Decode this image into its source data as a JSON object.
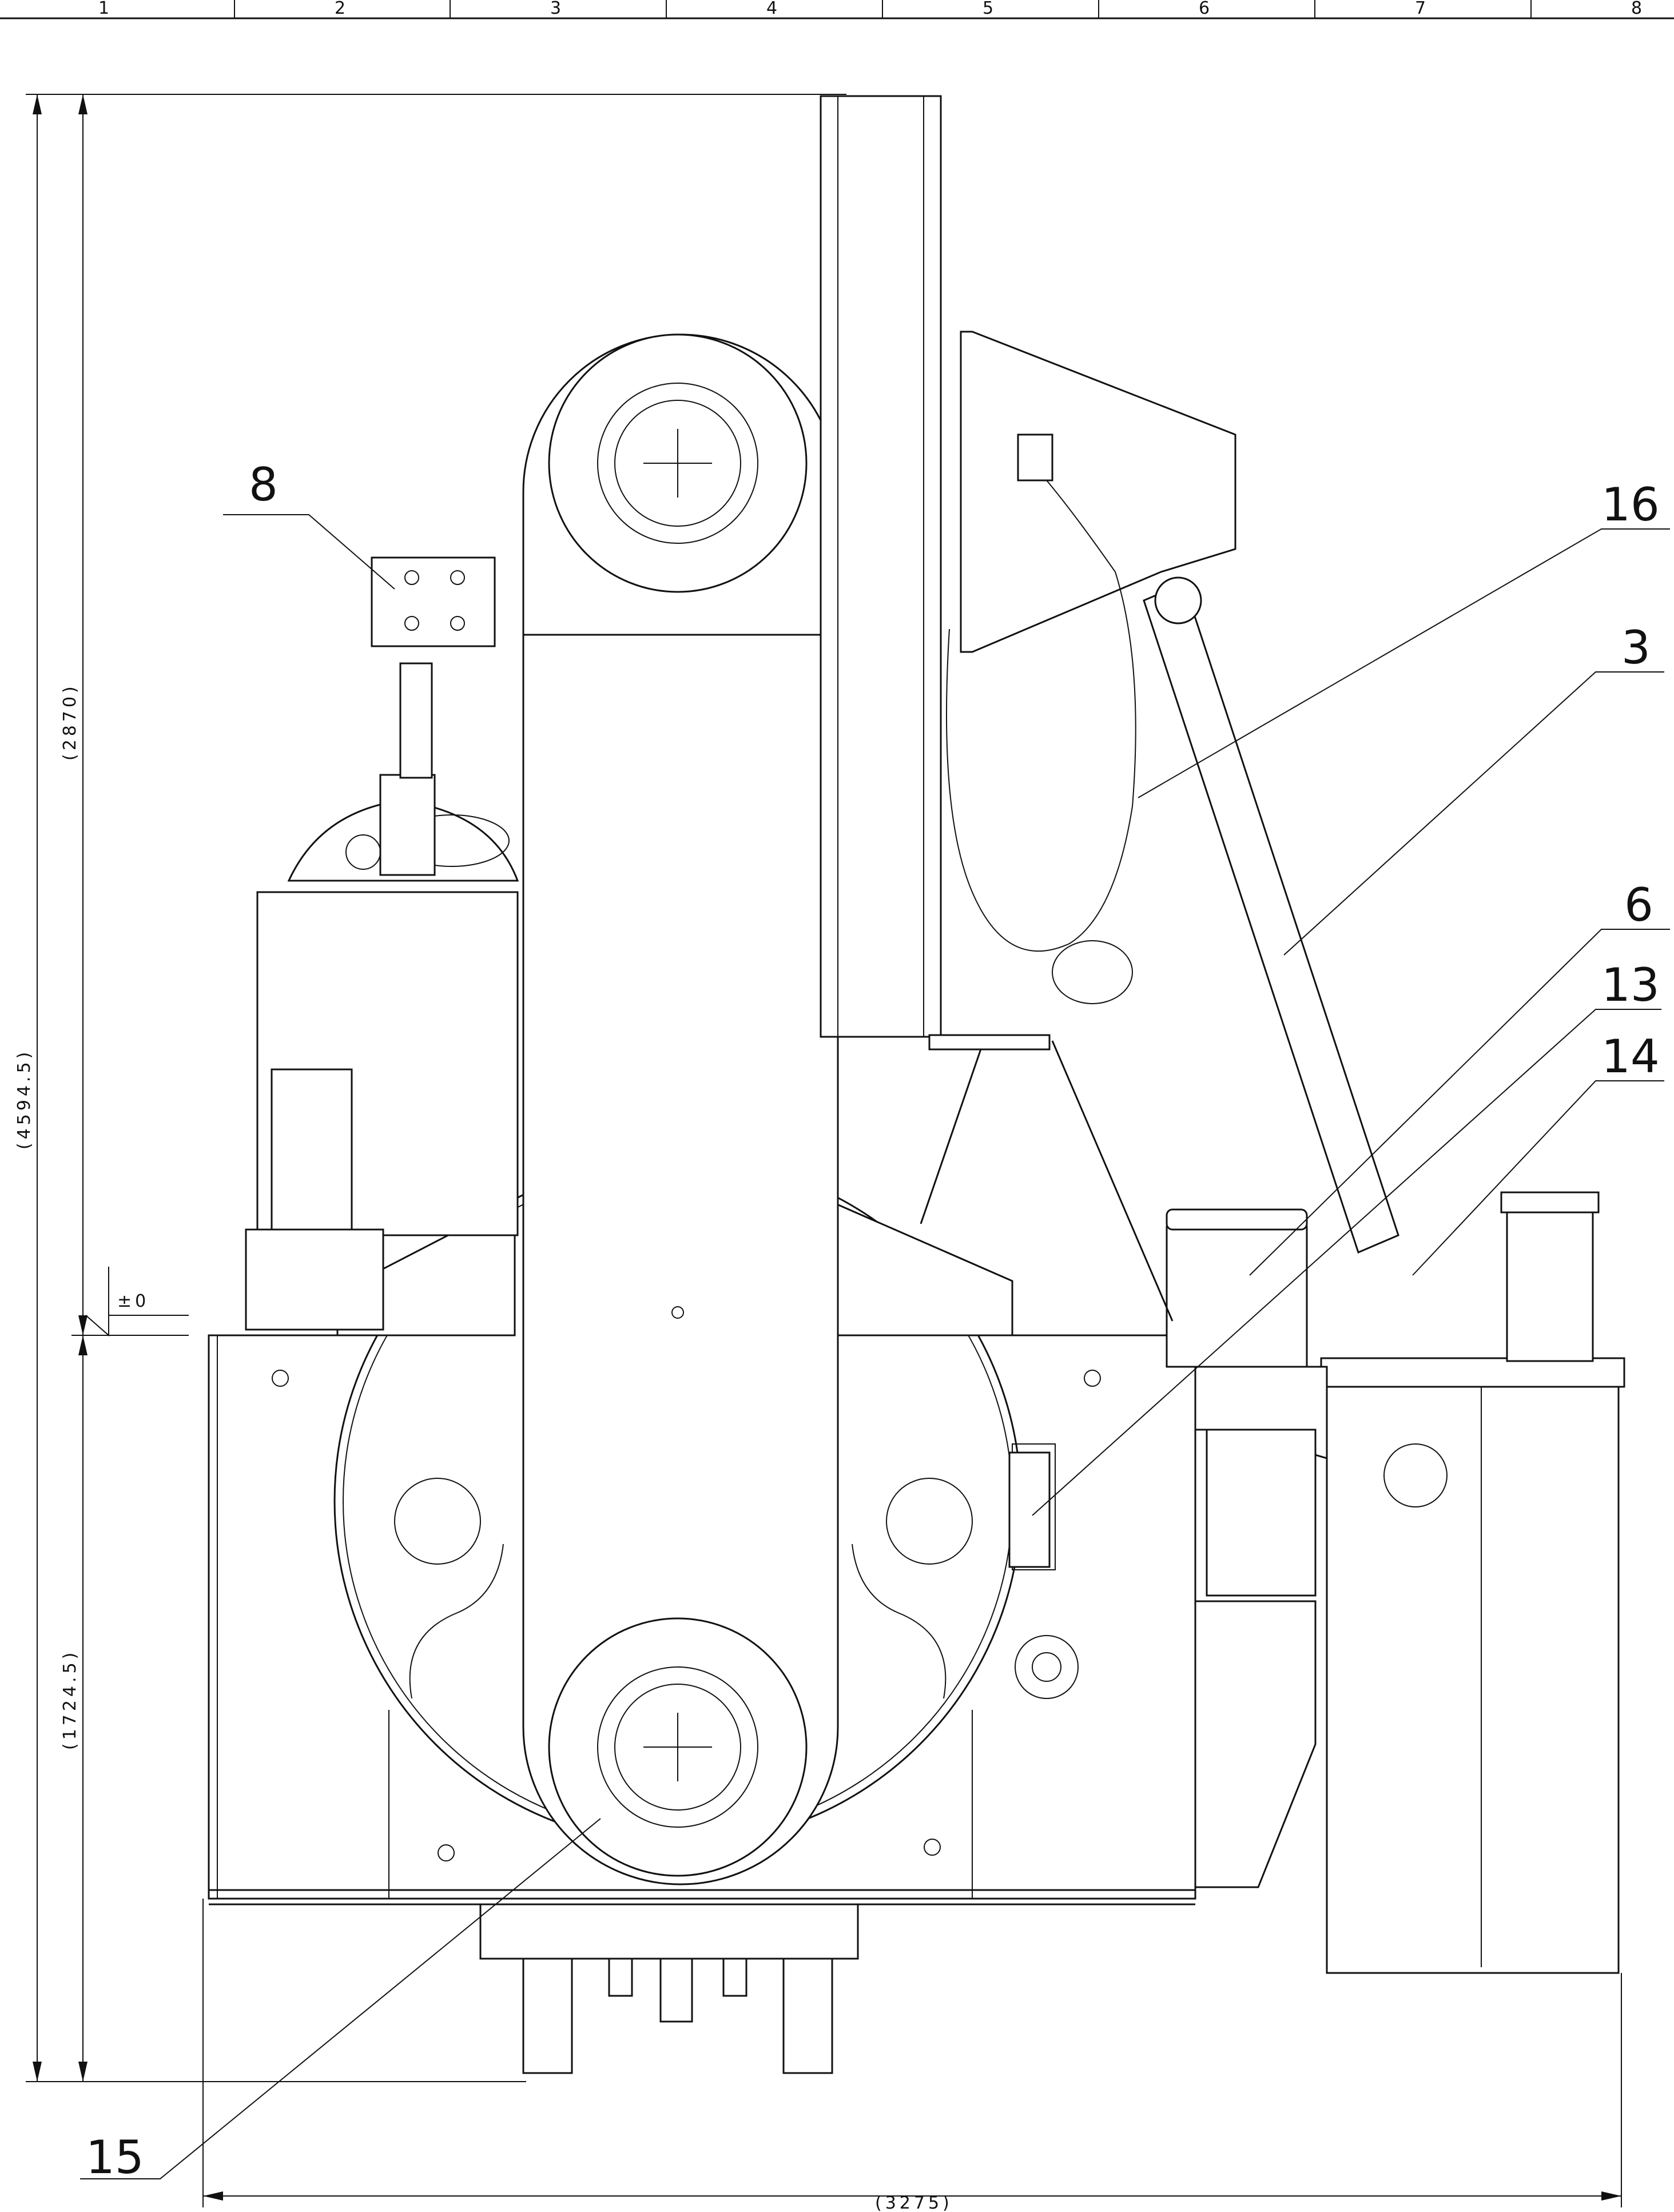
{
  "grid_columns": [
    "1",
    "2",
    "3",
    "4",
    "5",
    "6",
    "7",
    "8"
  ],
  "dimensions": {
    "overall_height": "(4594.5)",
    "upper_height": "(2870)",
    "lower_height": "(1724.5)",
    "overall_width": "(3275)",
    "reference_level": "±0"
  },
  "callouts": [
    "8",
    "16",
    "3",
    "6",
    "13",
    "14",
    "15"
  ]
}
